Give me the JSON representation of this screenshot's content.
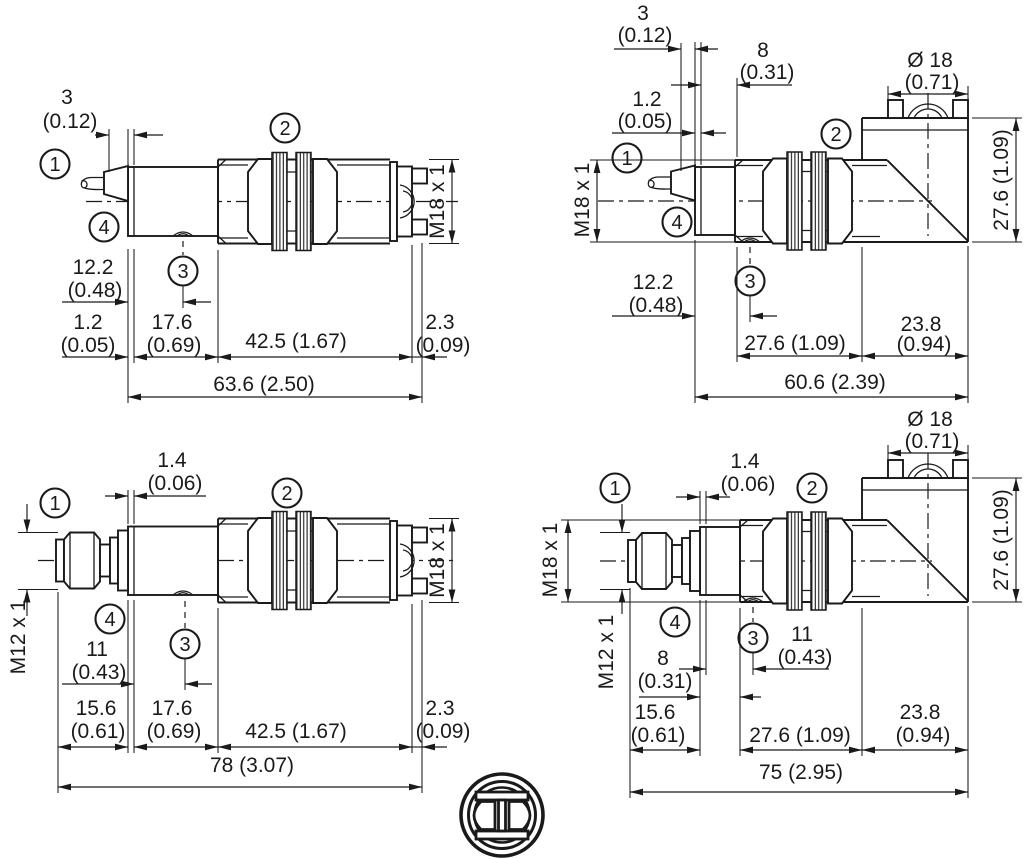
{
  "page": {
    "background": "#ffffff",
    "line_color": "#1a1a1a",
    "type": "sensor dimensional drawing"
  },
  "callouts": {
    "one": "1",
    "two": "2",
    "three": "3",
    "four": "4"
  },
  "d1": {
    "variant": "cable axial",
    "gland_mm": "3",
    "gland_in": "(0.12)",
    "led_mm": "12.2",
    "led_in": "(0.48)",
    "step_mm": "1.2",
    "step_in": "(0.05)",
    "rear_mm": "17.6",
    "rear_in": "(0.69)",
    "thread_len": "42.5 (1.67)",
    "cap_mm": "2.3",
    "cap_in": "(0.09)",
    "total": "63.6 (2.50)",
    "thread": "M18 x 1"
  },
  "d2": {
    "variant": "cable radial",
    "gland_mm": "3",
    "gland_in": "(0.12)",
    "rear_mm": "8",
    "rear_in": "(0.31)",
    "step_mm": "1.2",
    "step_in": "(0.05)",
    "lens_dia_mm": "Ø 18",
    "lens_dia_in": "(0.71)",
    "led_mm": "12.2",
    "led_in": "(0.48)",
    "barrel": "27.6 (1.09)",
    "head_mm": "23.8",
    "head_in": "(0.94)",
    "total": "60.6 (2.39)",
    "thread": "M18 x 1",
    "head_h": "27.6 (1.09)"
  },
  "d3": {
    "variant": "connector axial",
    "step_mm": "1.4",
    "step_in": "(0.06)",
    "led_mm": "11",
    "led_in": "(0.43)",
    "conn_mm": "15.6",
    "conn_in": "(0.61)",
    "rear_mm": "17.6",
    "rear_in": "(0.69)",
    "thread_len": "42.5 (1.67)",
    "cap_mm": "2.3",
    "cap_in": "(0.09)",
    "total": "78 (3.07)",
    "thread": "M18 x 1",
    "conn_thread": "M12 x 1"
  },
  "d4": {
    "variant": "connector radial",
    "step_mm": "1.4",
    "step_in": "(0.06)",
    "lens_dia_mm": "Ø 18",
    "lens_dia_in": "(0.71)",
    "led_mm": "11",
    "led_in": "(0.43)",
    "rear_mm": "8",
    "rear_in": "(0.31)",
    "conn_mm": "15.6",
    "conn_in": "(0.61)",
    "barrel": "27.6 (1.09)",
    "head_mm": "23.8",
    "head_in": "(0.94)",
    "total": "75 (2.95)",
    "thread": "M18 x 1",
    "conn_thread": "M12 x 1",
    "head_h": "27.6 (1.09)"
  }
}
